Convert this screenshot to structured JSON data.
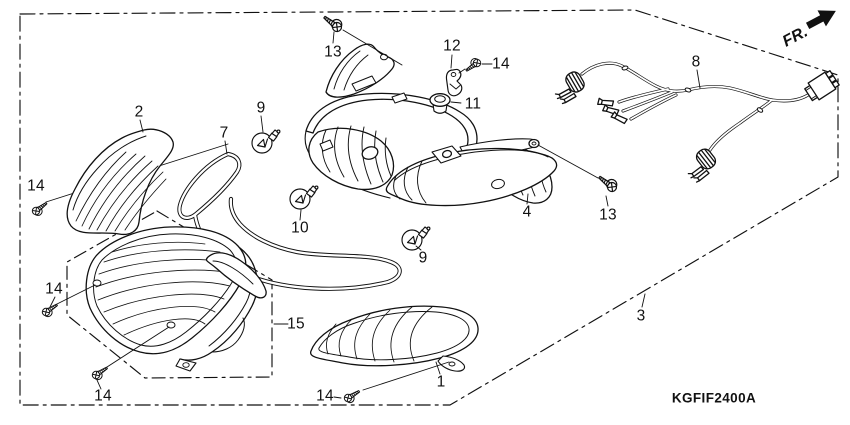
{
  "diagram": {
    "code": "KGFIF2400A",
    "direction_indicator": "FR.",
    "background_color": "#ffffff",
    "line_color": "#111111",
    "type": "exploded-parts-diagram",
    "subject": "rear-combination-taillight"
  },
  "callouts": [
    {
      "part": "13",
      "target": "screw-top"
    },
    {
      "part": "12",
      "target": "clip"
    },
    {
      "part": "14",
      "target": "screw-at-clip"
    },
    {
      "part": "11",
      "target": "grommet"
    },
    {
      "part": "8",
      "target": "wire-harness"
    },
    {
      "part": "2",
      "target": "upper-lens"
    },
    {
      "part": "9",
      "target": "bulb-upper"
    },
    {
      "part": "7",
      "target": "seal"
    },
    {
      "part": "10",
      "target": "bulb-center"
    },
    {
      "part": "9",
      "target": "bulb-lower"
    },
    {
      "part": "4",
      "target": "housing-base"
    },
    {
      "part": "13",
      "target": "screw-right"
    },
    {
      "part": "14",
      "target": "screw-left-upper"
    },
    {
      "part": "14",
      "target": "screw-left-middle"
    },
    {
      "part": "15",
      "target": "taillight-unit-box"
    },
    {
      "part": "14",
      "target": "screw-bottom-left"
    },
    {
      "part": "14",
      "target": "screw-bottom-center"
    },
    {
      "part": "1",
      "target": "lower-lens"
    },
    {
      "part": "3",
      "target": "assembly-boundary"
    }
  ]
}
